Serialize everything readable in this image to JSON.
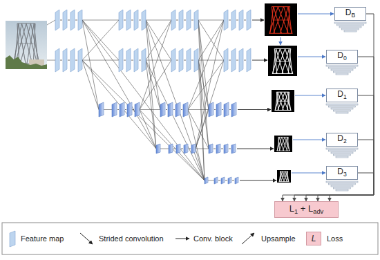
{
  "diagram": {
    "nodes": [
      {
        "text": [
          "DB"
        ]
      },
      {
        "text": [
          "D0"
        ]
      },
      {
        "text": [
          "D1"
        ]
      },
      {
        "text": [
          "D2"
        ]
      },
      {
        "text": [
          "D3"
        ]
      },
      {
        "text": [
          "L1 + Ladv"
        ]
      }
    ],
    "edges": [
      {
        "from": 0,
        "to": 5,
        "arrow": "to"
      },
      {
        "from": 1,
        "to": 5,
        "arrow": "to"
      },
      {
        "from": 2,
        "to": 5,
        "arrow": "to"
      },
      {
        "from": 3,
        "to": 5,
        "arrow": "to"
      },
      {
        "from": 4,
        "to": 5,
        "arrow": "to"
      }
    ],
    "labels": [
      "L"
    ],
    "legend": [
      {
        "text": "Feature map"
      },
      {
        "text": "Strided convolution"
      },
      {
        "text": "Conv. block"
      },
      {
        "text": "Upsample"
      },
      {
        "text": "Loss",
        "color": "#f7c9cf"
      }
    ]
  }
}
